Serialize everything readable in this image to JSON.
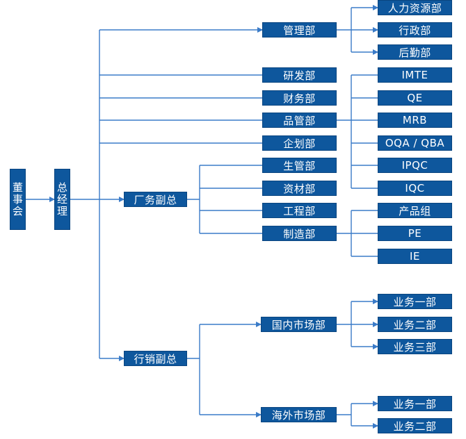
{
  "colors": {
    "box_fill": "#0e579d",
    "box_text": "#ffffff",
    "connector": "#3a7bc8"
  },
  "nodes": {
    "board": "董事会",
    "gm": "总经理",
    "hr_admin": "管理部",
    "hr": "人力资源部",
    "admin": "行政部",
    "logistics": "后勤部",
    "rd": "研发部",
    "finance": "财务部",
    "quality": "品管部",
    "imte": "IMTE",
    "qe": "QE",
    "mrb": "MRB",
    "oqa": "OQA / QBA",
    "ipqc": "IPQC",
    "iqc": "IQC",
    "planning": "企划部",
    "factory_vp": "厂务副总",
    "prod_control": "生管部",
    "materials": "资材部",
    "engineering": "工程部",
    "manufacturing": "制造部",
    "product_group": "产品组",
    "pe": "PE",
    "ie": "IE",
    "sales_vp": "行销副总",
    "domestic": "国内市场部",
    "dom_sales1": "业务一部",
    "dom_sales2": "业务二部",
    "dom_sales3": "业务三部",
    "overseas": "海外市场部",
    "ovs_sales1": "业务一部",
    "ovs_sales2": "业务二部"
  }
}
